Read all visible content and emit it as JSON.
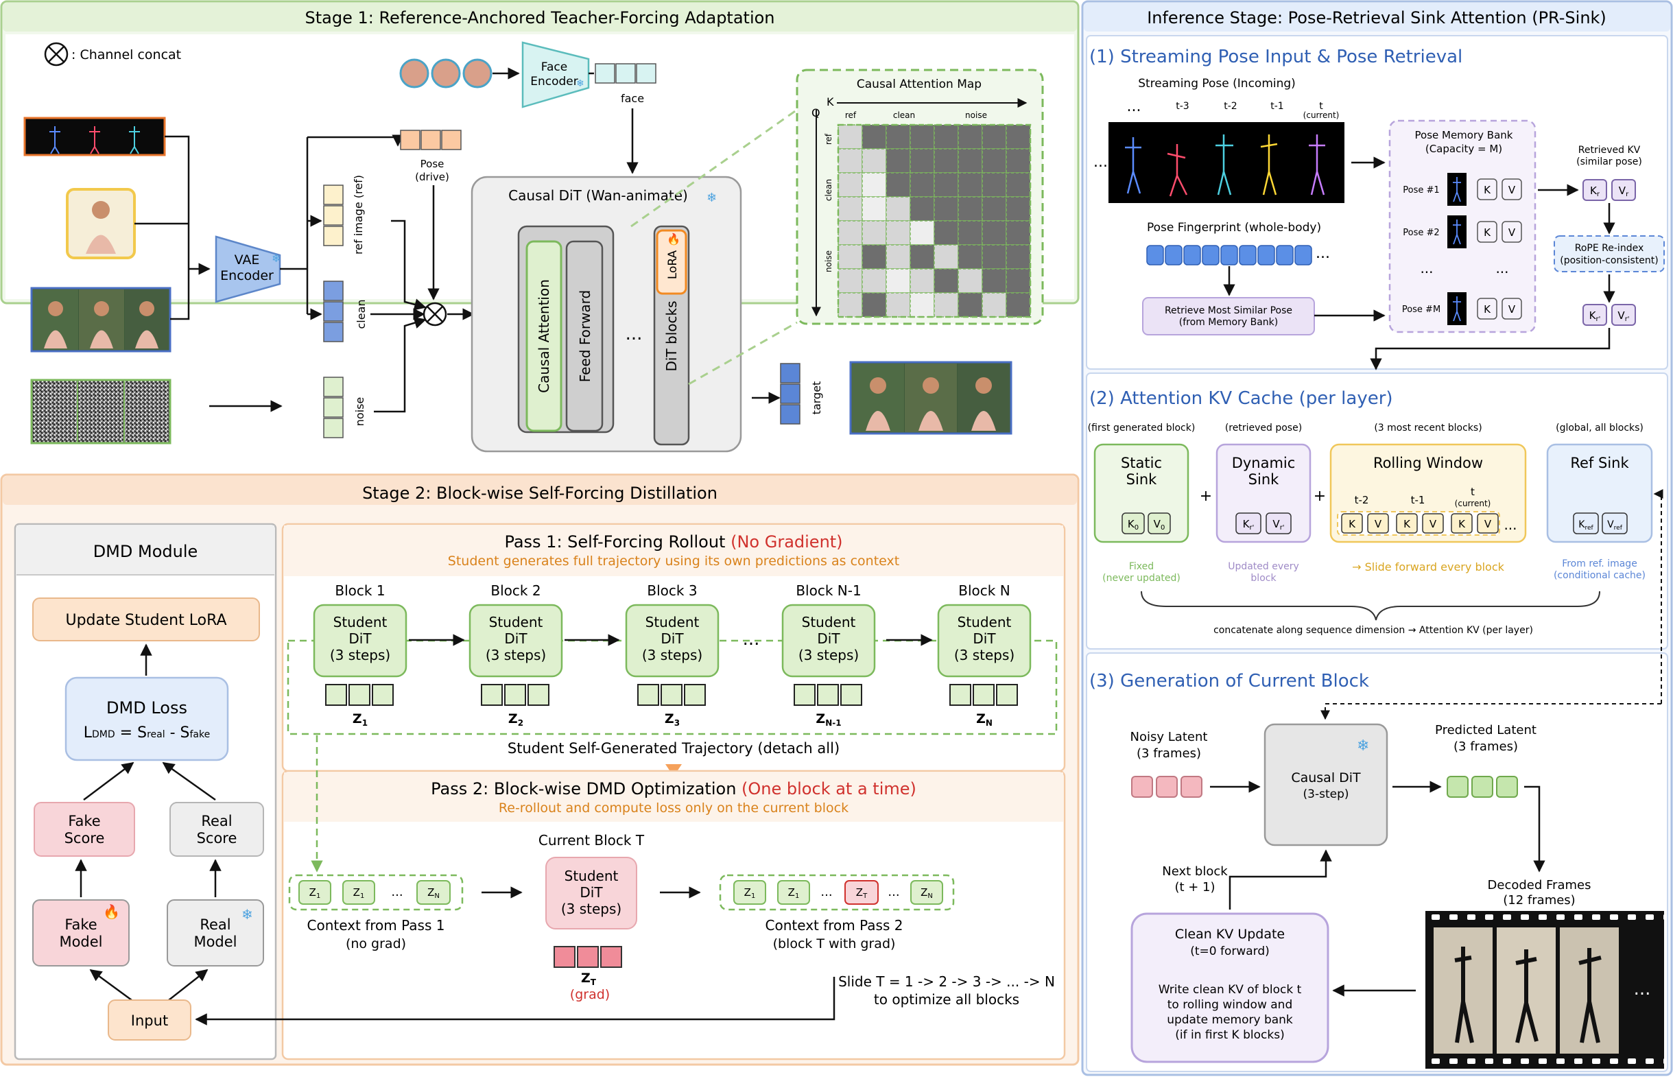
{
  "colors": {
    "stage1_bg": "#f1f8ec",
    "stage1_border": "#a9d08e",
    "stage2_bg": "#fdf3ea",
    "stage2_border": "#f3c9a4",
    "inference_bg": "#f5f8fd",
    "inference_border": "#a9bfe3",
    "accent_blue": "#2f5fb3",
    "accent_red": "#d0312d",
    "accent_orange": "#d9821b",
    "green_block": "#dff0cf",
    "green_border": "#7cb95c",
    "pink_block": "#f6cfd3",
    "purple_block": "#ebe3f6",
    "purple_border": "#b7a4dc",
    "yellow_block": "#fdf1cc",
    "yellow_border": "#f0c75a",
    "sink_blue": "#e3edfb"
  },
  "stage1": {
    "title": "Stage 1: Reference-Anchored Teacher-Forcing Adaptation",
    "legend": ": Channel concat",
    "vae_label": "VAE Encoder",
    "face_encoder": "Face Encoder",
    "face_label": "face",
    "pose_label": "Pose (drive)",
    "ref_image_label": "ref image (ref)",
    "clean_label": "clean",
    "noise_label": "noise",
    "causal_dit_title": "Causal DiT (Wan-animate)",
    "causal_attention": "Causal Attention",
    "feed_forward": "Feed Forward",
    "ellipsis": "...",
    "dit_blocks": "DiT blocks",
    "lora": "LoRA",
    "target_label": "target",
    "attention_map": {
      "title": "Causal Attention Map",
      "q": "Q",
      "k": "K",
      "col_ref": "ref",
      "col_clean": "clean",
      "col_noise": "noise",
      "row_ref": "ref",
      "row_clean": "clean",
      "row_noise": "noise",
      "cells": [
        [
          0,
          2,
          2,
          2,
          2,
          2,
          2,
          2
        ],
        [
          0,
          0,
          2,
          2,
          2,
          2,
          2,
          2
        ],
        [
          0,
          1,
          2,
          2,
          2,
          2,
          2,
          2
        ],
        [
          0,
          1,
          0,
          2,
          2,
          2,
          2,
          2
        ],
        [
          0,
          0,
          0,
          1,
          2,
          2,
          2,
          2
        ],
        [
          0,
          2,
          0,
          2,
          0,
          2,
          2,
          2
        ],
        [
          0,
          0,
          1,
          0,
          2,
          0,
          2,
          2
        ],
        [
          0,
          2,
          0,
          1,
          0,
          2,
          0,
          2
        ]
      ]
    }
  },
  "stage2": {
    "title": "Stage 2: Block-wise Self-Forcing Distillation",
    "dmd": {
      "title": "DMD Module",
      "update": "Update Student LoRA",
      "loss": "DMD Loss",
      "formula": "LDMD = Sreal - Sfake",
      "fake_score": "Fake Score",
      "real_score": "Real Score",
      "fake_model": "Fake Model",
      "real_model": "Real Model",
      "input": "Input"
    },
    "pass1": {
      "title_a": "Pass 1: Self-Forcing Rollout ",
      "title_b": "(No Gradient)",
      "subtitle": "Student generates full trajectory using its own predictions as context",
      "blocks": [
        {
          "label": "Block 1",
          "z": "Z1"
        },
        {
          "label": "Block 2",
          "z": "Z2"
        },
        {
          "label": "Block 3",
          "z": "Z3"
        },
        {
          "label": "Block N-1",
          "z": "ZN-1"
        },
        {
          "label": "Block N",
          "z": "ZN"
        }
      ],
      "student_l1": "Student",
      "student_l2": "DiT",
      "student_l3": "(3 steps)",
      "ellipsis": "...",
      "trajectory": "Student Self-Generated Trajectory (detach all)"
    },
    "pass2": {
      "title_a": "Pass 2: Block-wise DMD Optimization ",
      "title_b": "(One block at a time)",
      "subtitle": "Re-rollout and compute loss only on the current block",
      "current_block": "Current Block T",
      "ctx1_label": "Context from Pass 1",
      "ctx1_sub": "(no grad)",
      "ctx2_label": "Context from Pass 2",
      "ctx2_sub": "(block T with grad)",
      "zt": "ZT",
      "zt_grad": "(grad)",
      "z1": "Z1",
      "zn": "ZN",
      "slide1": "Slide T = 1 -> 2 -> 3 -> ... -> N",
      "slide2": "to optimize all blocks"
    }
  },
  "inference": {
    "title": "Inference Stage: Pose-Retrieval Sink Attention (PR-Sink)",
    "s1": {
      "title": "(1)  Streaming Pose Input & Pose Retrieval",
      "streaming": "Streaming Pose (Incoming)",
      "t_labels": [
        "t-3",
        "t-2",
        "t-1",
        "t"
      ],
      "current": "(current)",
      "dots": "...",
      "fingerprint": "Pose Fingerprint (whole-body)",
      "retrieve_l1": "Retrieve Most Similar Pose",
      "retrieve_l2": "(from Memory Bank)",
      "bank_title": "Pose Memory Bank",
      "bank_cap": "(Capacity = M)",
      "poses": [
        "Pose #1",
        "Pose #2",
        "Pose #M"
      ],
      "k": "K",
      "v": "V",
      "retrieved": "Retrieved KV",
      "similar": "(similar pose)",
      "kr": "Kr",
      "vr": "Vr",
      "rope1": "RoPE Re-index",
      "rope2": "(position-consistent)",
      "kr2": "Kr'",
      "vr2": "Vr'"
    },
    "s2": {
      "title": "(2)  Attention KV Cache (per layer)",
      "static_tag": "(first generated block)",
      "dynamic_tag": "(retrieved pose)",
      "rolling_tag": "(3 most recent blocks)",
      "ref_tag": "(global, all blocks)",
      "static_title": "Static Sink",
      "dynamic_title": "Dynamic Sink",
      "rolling_title": "Rolling Window",
      "ref_title": "Ref Sink",
      "k0": "K0",
      "v0": "V0",
      "kr": "Kr'",
      "vr": "Vr'",
      "kref": "Kref",
      "vref": "Vref",
      "t2": "t-2",
      "t1": "t-1",
      "t": "t",
      "current": "(current)",
      "fixed": "Fixed",
      "never": "(never updated)",
      "updated": "Updated every",
      "block": "block",
      "slide": "→ Slide forward every block",
      "from_ref": "From ref. image",
      "cond": "(conditional cache)",
      "concat": "concatenate along sequence dimension → Attention KV (per layer)",
      "plus": "+",
      "k": "K",
      "v": "V",
      "dots": "..."
    },
    "s3": {
      "title": "(3)  Generation of Current Block",
      "noisy": "Noisy Latent",
      "noisy_sub": "(3 frames)",
      "causal": "Causal DiT",
      "causal_sub": "(3-step)",
      "predicted": "Predicted Latent",
      "predicted_sub": "(3 frames)",
      "decoded": "Decoded Frames",
      "decoded_sub": "(12 frames)",
      "next": "Next block",
      "next_sub": "(t + 1)",
      "clean_title": "Clean KV Update",
      "clean_sub": "(t=0 forward)",
      "clean_d1": "Write clean KV of block t",
      "clean_d2": "to rolling window and",
      "clean_d3": "update memory bank",
      "clean_d4": "(if in first K blocks)",
      "dots": "..."
    }
  }
}
